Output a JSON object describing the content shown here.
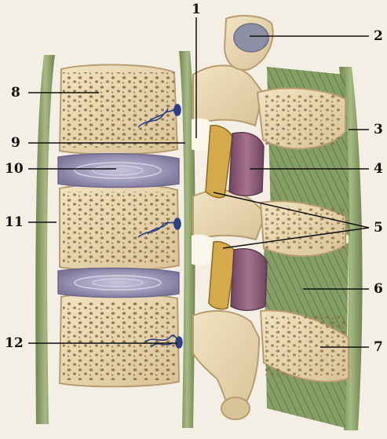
{
  "colors": {
    "background": "#f4efe4",
    "bone": "#e8d7b2",
    "bone_shadow": "#b79d70",
    "disc_annulus": "#8f8aa8",
    "disc_core": "#b3aec8",
    "ligament": "#8fa46b",
    "ligament_dark": "#5e7446",
    "joint_capsule": "#d6a94a",
    "joint_muscle": "#8a5a73",
    "vessel": "#2d3f8a",
    "label_line": "#111111"
  },
  "labels": [
    {
      "id": "1",
      "text": "1"
    },
    {
      "id": "2",
      "text": "2"
    },
    {
      "id": "3",
      "text": "3"
    },
    {
      "id": "4",
      "text": "4"
    },
    {
      "id": "5",
      "text": "5"
    },
    {
      "id": "6",
      "text": "6"
    },
    {
      "id": "7",
      "text": "7"
    },
    {
      "id": "8",
      "text": "8"
    },
    {
      "id": "9",
      "text": "9"
    },
    {
      "id": "10",
      "text": "10"
    },
    {
      "id": "11",
      "text": "11"
    },
    {
      "id": "12",
      "text": "12"
    }
  ]
}
